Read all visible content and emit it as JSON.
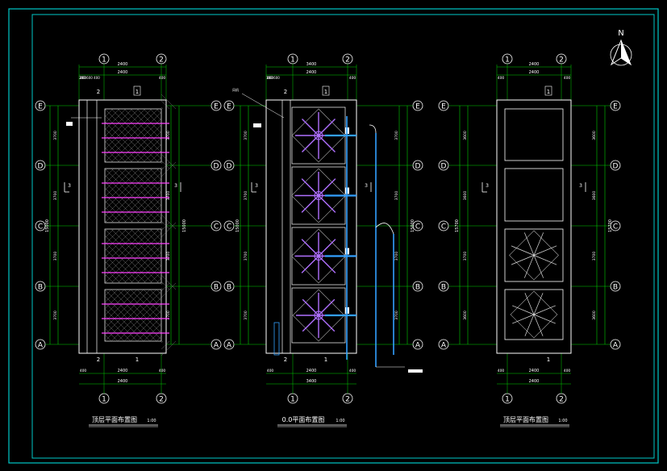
{
  "colors": {
    "background": "#000000",
    "frame": "#00c8c8",
    "dim": "#00d000",
    "wall": "#ffffff",
    "magenta": "#ff40ff",
    "pipe": "#33a0ff",
    "fan": "#b070ff",
    "red": "#ff2020",
    "yellow": "#ffff00"
  },
  "north": {
    "label": "N"
  },
  "axis_labels": {
    "cols": [
      "1",
      "2"
    ],
    "rows": [
      "E",
      "D",
      "C",
      "B",
      "A"
    ]
  },
  "plans": [
    {
      "id": "left",
      "title": "顶层平面布置图",
      "scale": "1:00",
      "width_total": "2400",
      "width_inner": "2400",
      "width_edge_l": "400",
      "width_edge_r": "400",
      "small_dims_top": [
        "200",
        "600",
        "400"
      ],
      "height_total": "15000",
      "bay_heights": [
        "3700",
        "3700",
        "3700",
        "3700"
      ],
      "section_marks": [
        "1",
        "2",
        "3"
      ]
    },
    {
      "id": "mid",
      "title": "0.0平面布置图",
      "scale": "1:00",
      "width_total": "3400",
      "width_inner": "2400",
      "width_edge_l": "400",
      "width_edge_r": "400",
      "small_dims_top": [
        "100",
        "600"
      ],
      "height_total": "15000",
      "bay_heights": [
        "3700",
        "3700",
        "3700",
        "3700"
      ],
      "section_marks": [
        "1",
        "2",
        "3"
      ],
      "note": "风机"
    },
    {
      "id": "right",
      "title": "顶层平面布置图",
      "scale": "1:00",
      "width_total": "2400",
      "width_inner": "2400",
      "width_edge_l": "400",
      "width_edge_r": "400",
      "height_total": "15700",
      "bay_heights": [
        "3600",
        "3600",
        "3700",
        "3600"
      ],
      "section_marks": [
        "1",
        "3"
      ]
    }
  ]
}
